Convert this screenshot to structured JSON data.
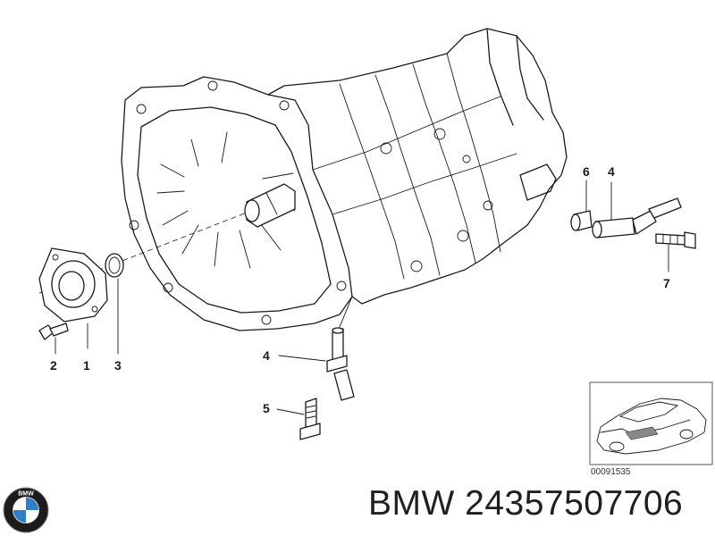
{
  "diagram": {
    "callouts": {
      "c1": "1",
      "c2": "2",
      "c3": "3",
      "c4a": "4",
      "c4b": "4",
      "c5": "5",
      "c6": "6",
      "c7": "7"
    },
    "inset_code": "00091535"
  },
  "footer": {
    "brand": "BMW",
    "part_number": "24357507706",
    "logo_text": "BMW"
  },
  "colors": {
    "ink": "#1a1a1a",
    "logo_blue": "#2f7fc7",
    "logo_ring": "#1c1c1c"
  }
}
